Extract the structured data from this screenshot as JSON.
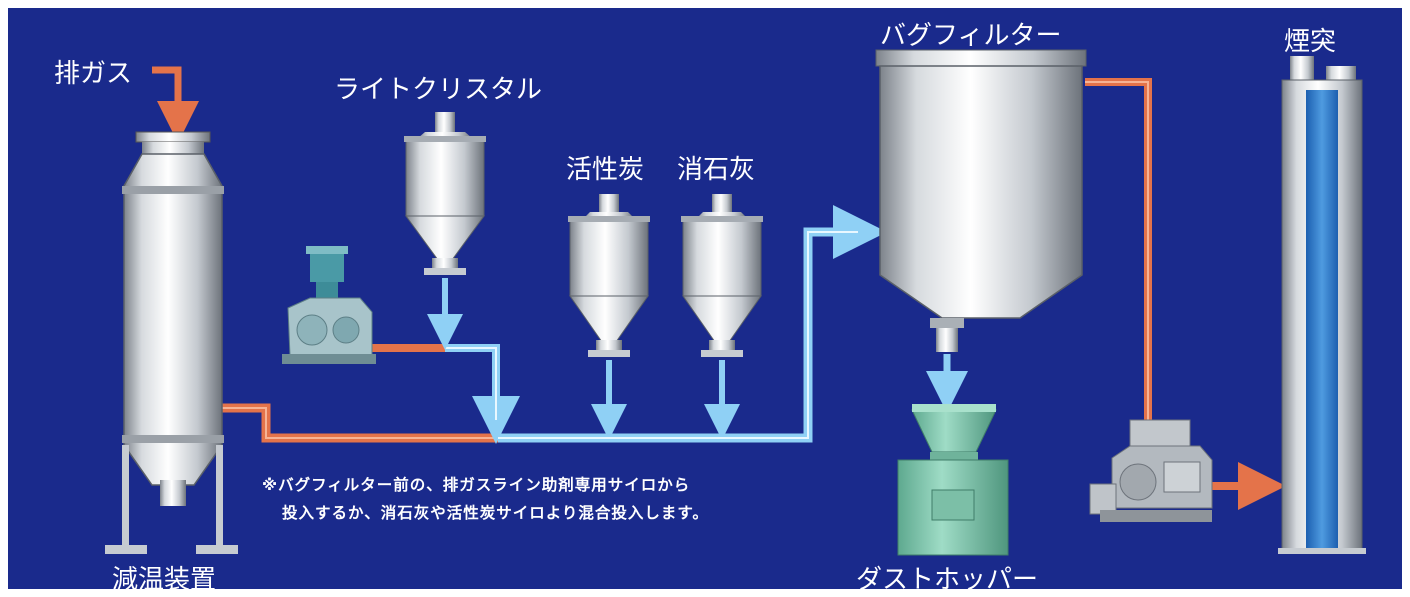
{
  "labels": {
    "exhaust_gas": "排ガス",
    "light_crystal": "ライトクリスタル",
    "activated_carbon": "活性炭",
    "slaked_lime": "消石灰",
    "bag_filter": "バグフィルター",
    "chimney": "煙突",
    "cooling_tower": "減温装置",
    "dust_hopper": "ダストホッパー"
  },
  "note": {
    "line1": "※バグフィルター前の、排ガスライン助剤専用サイロから",
    "line2": "投入するか、消石灰や活性炭サイロより混合投入します。"
  },
  "colors": {
    "background": "#1a2a8c",
    "gas_line": "#e4734a",
    "air_line": "#7cc4f0",
    "equipment": "#c8cdd3",
    "hopper_green": "#8fcfb8"
  }
}
